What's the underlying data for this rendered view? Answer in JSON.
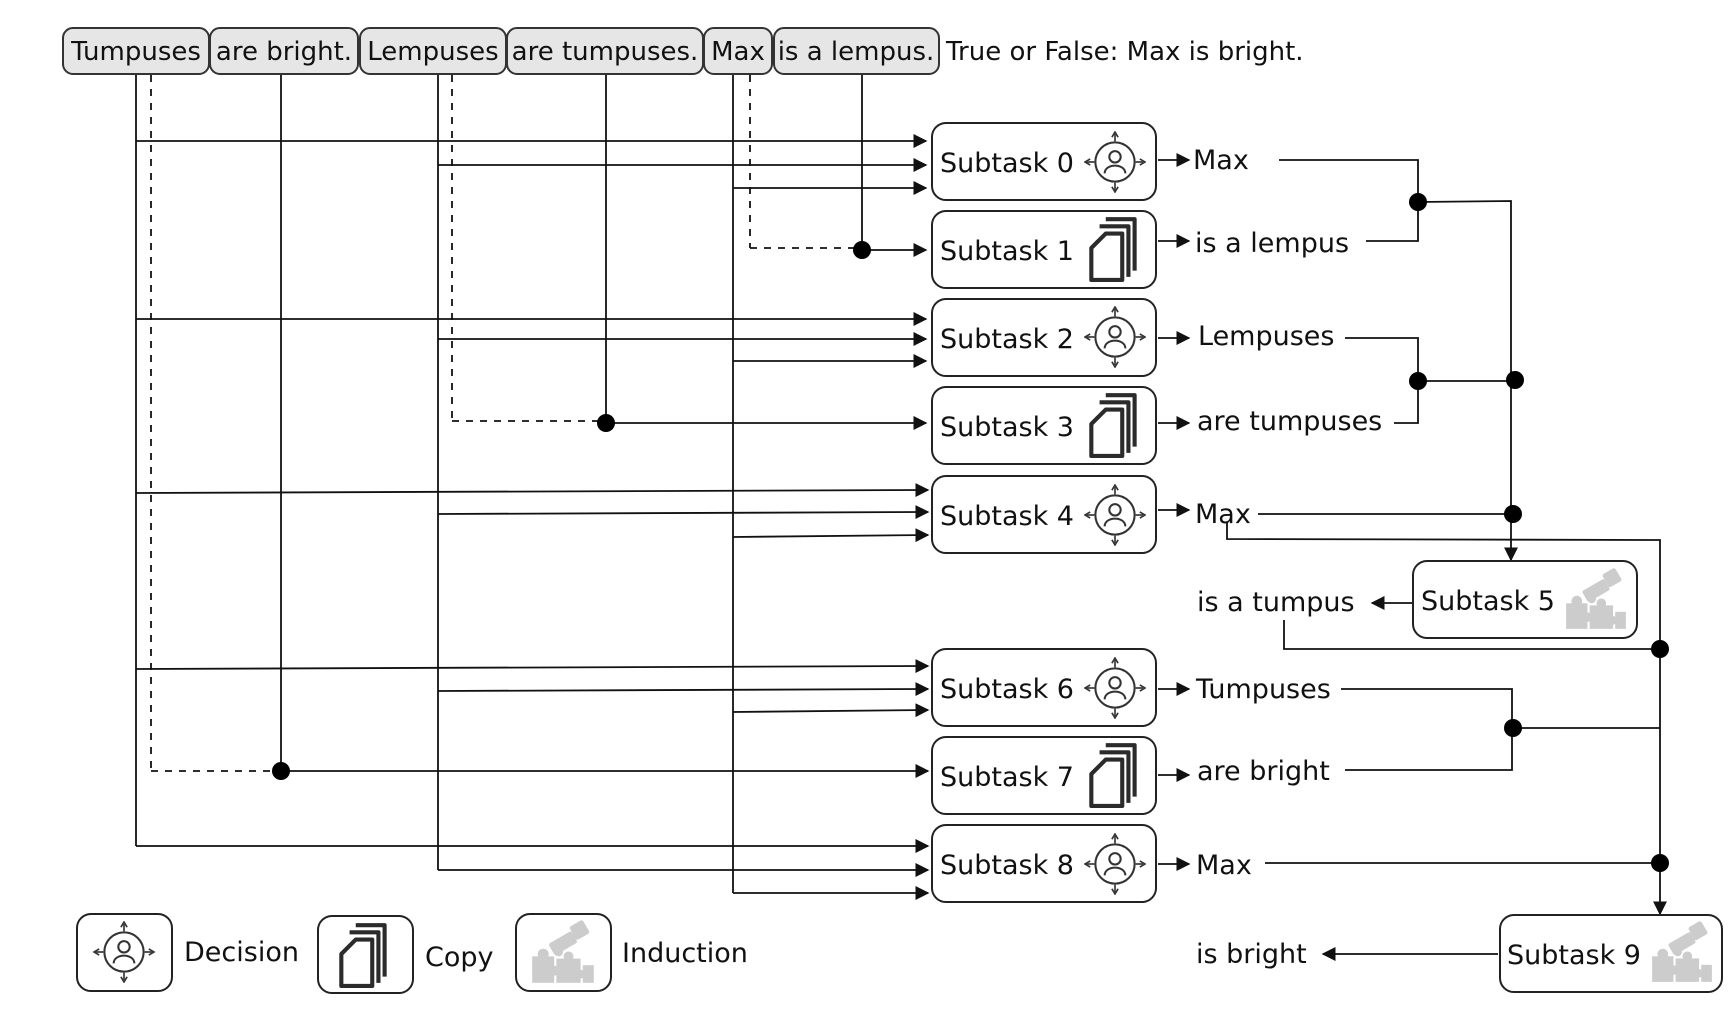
{
  "tokens": [
    "Tumpuses",
    "are bright.",
    "Lempuses",
    "are tumpuses.",
    "Max",
    "is a lempus."
  ],
  "question": "True or False: Max is bright.",
  "subtasks": [
    {
      "label": "Subtask 0",
      "icon": "decision-icon",
      "output": "Max"
    },
    {
      "label": "Subtask 1",
      "icon": "copy-icon",
      "output": "is a lempus"
    },
    {
      "label": "Subtask 2",
      "icon": "decision-icon",
      "output": "Lempuses"
    },
    {
      "label": "Subtask 3",
      "icon": "copy-icon",
      "output": "are tumpuses"
    },
    {
      "label": "Subtask 4",
      "icon": "decision-icon",
      "output": "Max"
    },
    {
      "label": "Subtask 5",
      "icon": "induction-icon",
      "output": "is a tumpus"
    },
    {
      "label": "Subtask 6",
      "icon": "decision-icon",
      "output": "Tumpuses"
    },
    {
      "label": "Subtask 7",
      "icon": "copy-icon",
      "output": "are bright"
    },
    {
      "label": "Subtask 8",
      "icon": "decision-icon",
      "output": "Max"
    },
    {
      "label": "Subtask 9",
      "icon": "induction-icon",
      "output": "is bright"
    }
  ],
  "legend": [
    {
      "icon": "decision-icon",
      "label": "Decision"
    },
    {
      "icon": "copy-icon",
      "label": "Copy"
    },
    {
      "icon": "induction-icon",
      "label": "Induction"
    }
  ],
  "colors": {
    "token_fill": "#e6e6e6",
    "line": "#111111",
    "induction_gray": "#cccccc"
  }
}
